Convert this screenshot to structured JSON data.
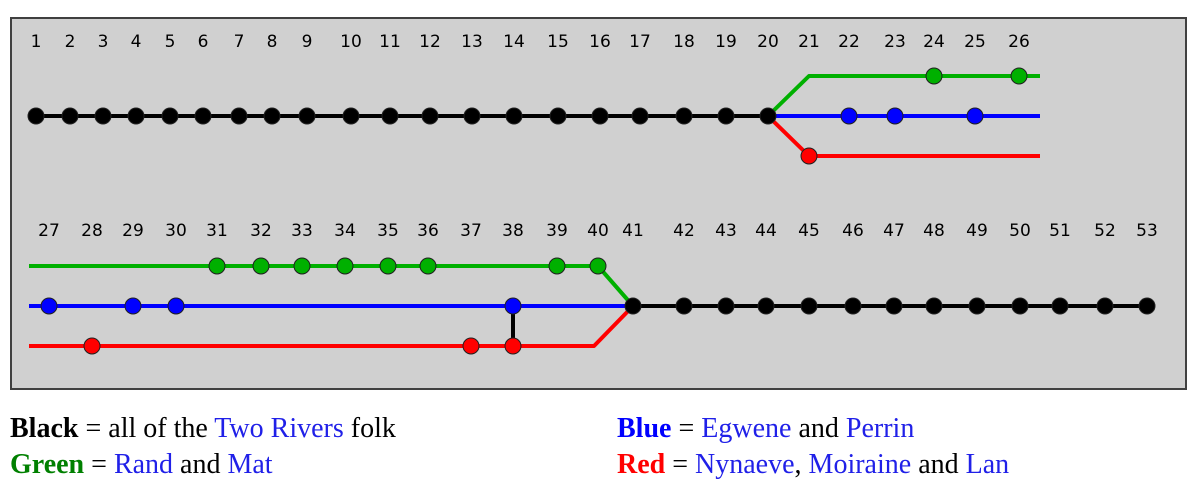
{
  "colors": {
    "black": "#000000",
    "green": "#00b000",
    "blue": "#0000ff",
    "red": "#ff0000",
    "name_blue": "#2020e8",
    "label_green": "#008000",
    "panel_bg": "#d0d0d0"
  },
  "row1_numbers": [
    "1",
    "2",
    "3",
    "4",
    "5",
    "6",
    "7",
    "8",
    "9",
    "10",
    "11",
    "12",
    "13",
    "14",
    "15",
    "16",
    "17",
    "18",
    "19",
    "20",
    "21",
    "22",
    "23",
    "24",
    "25",
    "26"
  ],
  "row2_numbers": [
    "27",
    "28",
    "29",
    "30",
    "31",
    "32",
    "33",
    "34",
    "35",
    "36",
    "37",
    "38",
    "39",
    "40",
    "41",
    "42",
    "43",
    "44",
    "45",
    "46",
    "47",
    "48",
    "49",
    "50",
    "51",
    "52",
    "53"
  ],
  "row1_black_stops": [
    "1",
    "2",
    "3",
    "4",
    "5",
    "6",
    "7",
    "8",
    "9",
    "10",
    "11",
    "12",
    "13",
    "14",
    "15",
    "16",
    "17",
    "18",
    "19",
    "20"
  ],
  "row1_green_stops": [
    "24",
    "26"
  ],
  "row1_blue_stops": [
    "22",
    "23",
    "25"
  ],
  "row1_red_stops": [
    "21"
  ],
  "row2_green_stops": [
    "31",
    "32",
    "33",
    "34",
    "35",
    "36",
    "39",
    "40"
  ],
  "row2_blue_stops": [
    "27",
    "29",
    "30",
    "38"
  ],
  "row2_red_stops": [
    "28",
    "37",
    "38"
  ],
  "row2_black_stops": [
    "41",
    "42",
    "43",
    "44",
    "45",
    "46",
    "47",
    "48",
    "49",
    "50",
    "51",
    "52",
    "53"
  ],
  "legend": {
    "black": {
      "label": "Black",
      "eq": " = ",
      "text1": "all of the ",
      "name1": "Two Rivers",
      "text2": " folk"
    },
    "green": {
      "label": "Green",
      "eq": " = ",
      "name1": "Rand",
      "and": " and ",
      "name2": "Mat"
    },
    "blue": {
      "label": "Blue",
      "eq": " = ",
      "name1": "Egwene",
      "and": " and ",
      "name2": "Perrin"
    },
    "red": {
      "label": "Red",
      "eq": " = ",
      "name1": "Nynaeve",
      "comma": ", ",
      "name2": "Moiraine",
      "and": " and ",
      "name3": "Lan"
    }
  }
}
